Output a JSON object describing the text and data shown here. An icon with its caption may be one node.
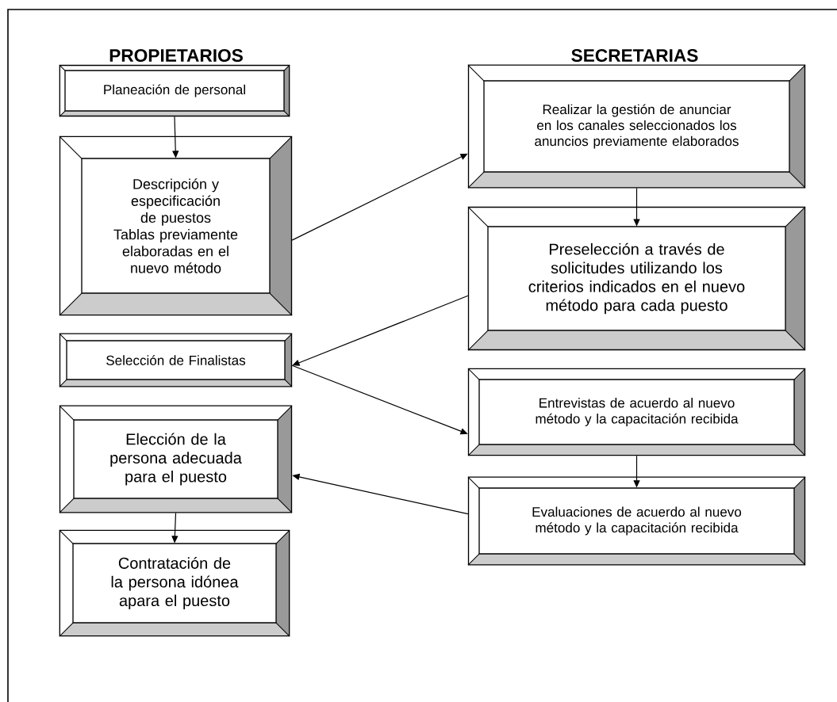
{
  "diagram": {
    "nodes": [
      {
        "text": [
          "Planeación de personal"
        ]
      },
      {
        "text": [
          "Descripción y especificación de puestos",
          "Tablas previamente elaboradas en el nuevo método"
        ]
      },
      {
        "text": [
          "Selección de Finalistas"
        ]
      },
      {
        "text": [
          "Elección de la persona adecuada para el puesto"
        ]
      },
      {
        "text": [
          "Contratación de la persona idónea apara el puesto"
        ]
      },
      {
        "text": [
          "Realizar la gestión de anunciar en los canales seleccionados los anuncios previamente elaborados"
        ]
      },
      {
        "text": [
          "Preselección a través de solicitudes utilizando los criterios indicados en el nuevo método para cada puesto"
        ]
      },
      {
        "text": [
          "Entrevistas de acuerdo al nuevo método y la capacitación recibida"
        ]
      },
      {
        "text": [
          "Evaluaciones de acuerdo al nuevo método y la capacitación recibida"
        ]
      }
    ],
    "edges": [
      {
        "from": 0,
        "to": 1,
        "arrow": "to"
      },
      {
        "from": 1,
        "to": 5,
        "arrow": "to"
      },
      {
        "from": 5,
        "to": 6,
        "arrow": "to"
      },
      {
        "from": 6,
        "to": 2,
        "arrow": "to"
      },
      {
        "from": 2,
        "to": 7,
        "arrow": "to"
      },
      {
        "from": 7,
        "to": 8,
        "arrow": "to"
      },
      {
        "from": 8,
        "to": 3,
        "arrow": "to"
      },
      {
        "from": 3,
        "to": 4,
        "arrow": "to"
      }
    ],
    "labels": [
      "PROPIETARIOS",
      "SECRETARIAS"
    ]
  }
}
